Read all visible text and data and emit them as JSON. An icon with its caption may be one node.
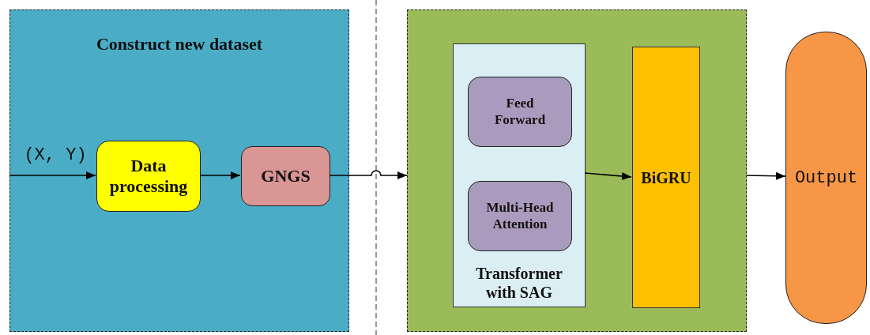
{
  "diagram": {
    "nodes": [
      {
        "text": [
          "Construct new dataset"
        ]
      },
      {
        "text": [
          "Data processing"
        ],
        "in": 0
      },
      {
        "text": [
          "GNGS"
        ],
        "in": 0
      },
      {
        "text": [],
        "shape": "box"
      },
      {
        "text": [
          "Transformer with SAG"
        ],
        "in": 3
      },
      {
        "text": [
          "Feed Forward"
        ],
        "in": 4
      },
      {
        "text": [
          "Multi-Head Attention"
        ],
        "in": 4
      },
      {
        "text": [
          "BiGRU"
        ],
        "in": 3
      },
      {
        "text": [
          "Output"
        ]
      }
    ],
    "edges": [
      {
        "from": null,
        "to": 1,
        "arrow": "to",
        "label": "(X, Y)"
      },
      {
        "from": 1,
        "to": 2,
        "arrow": "to"
      },
      {
        "from": 2,
        "to": 3,
        "arrow": "to"
      },
      {
        "from": 4,
        "to": 7,
        "arrow": "to"
      },
      {
        "from": 3,
        "to": 8,
        "arrow": "to"
      }
    ]
  }
}
